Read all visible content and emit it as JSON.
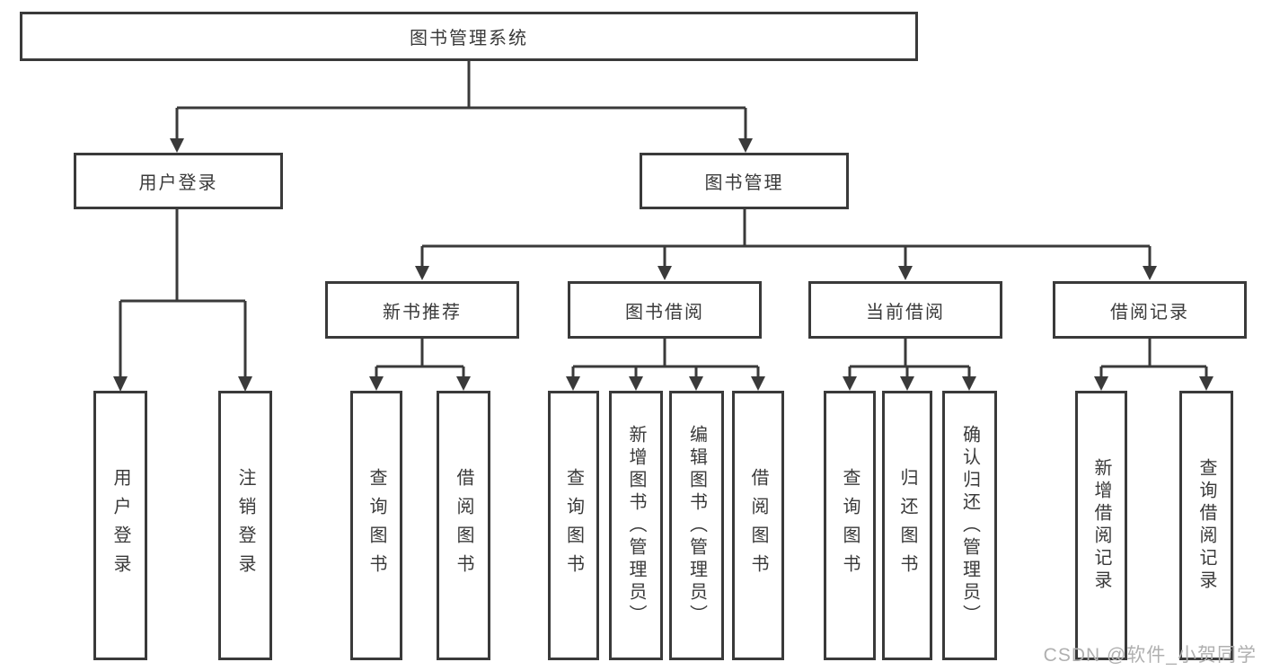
{
  "diagram": {
    "root": {
      "label": "图书管理系统"
    },
    "branches": [
      {
        "label": "用户登录",
        "children": [
          {
            "label": "用户登录"
          },
          {
            "label": "注销登录"
          }
        ]
      },
      {
        "label": "图书管理",
        "children": [
          {
            "label": "新书推荐",
            "children": [
              {
                "label": "查询图书"
              },
              {
                "label": "借阅图书"
              }
            ]
          },
          {
            "label": "图书借阅",
            "children": [
              {
                "label": "查询图书"
              },
              {
                "label": "新增图书（管理员）"
              },
              {
                "label": "编辑图书（管理员）"
              },
              {
                "label": "借阅图书"
              }
            ]
          },
          {
            "label": "当前借阅",
            "children": [
              {
                "label": "查询图书"
              },
              {
                "label": "归还图书"
              },
              {
                "label": "确认归还（管理员）"
              }
            ]
          },
          {
            "label": "借阅记录",
            "children": [
              {
                "label": "新增借阅记录"
              },
              {
                "label": "查询借阅记录"
              }
            ]
          }
        ]
      }
    ]
  },
  "watermark": {
    "text": "CSDN @软件_小贺同学"
  },
  "colors": {
    "line": "#3a3a3a",
    "text": "#3a3a3a",
    "watermark": "#b0b0b0",
    "background": "#ffffff"
  }
}
